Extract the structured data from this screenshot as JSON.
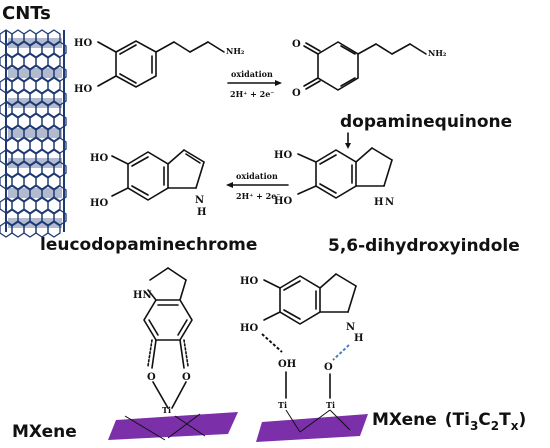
{
  "labels": {
    "cnts": "CNTs",
    "dopaminequinone": "dopaminequinone",
    "leucodopaminechrome": "leucodopaminechrome",
    "dihydroxyindole": "5,6-dihydroxyindole",
    "mxene_left": "MXene",
    "mxene_right": "MXene",
    "formula_prefix": "(Ti",
    "formula_sub1": "3",
    "formula_c": "C",
    "formula_sub2": "2",
    "formula_t": "T",
    "formula_sub3": "x",
    "formula_suffix": ")"
  },
  "arrows": {
    "arrow1_top": "oxidation",
    "arrow1_bottom": "2H⁺ + 2e⁻",
    "arrow2_top": "oxidation",
    "arrow2_bottom": "2H⁺ + 2e⁻"
  },
  "atoms": {
    "ho": "HO",
    "oh": "OH",
    "nh2": "NH₂",
    "o": "O",
    "n": "N",
    "h": "H",
    "hn": "HN",
    "ti": "Ti"
  },
  "colors": {
    "mxene": "#7B2FA8",
    "cnt": "#1F3A73",
    "hbond_blue": "#4A7BC8",
    "ink": "#111111"
  }
}
